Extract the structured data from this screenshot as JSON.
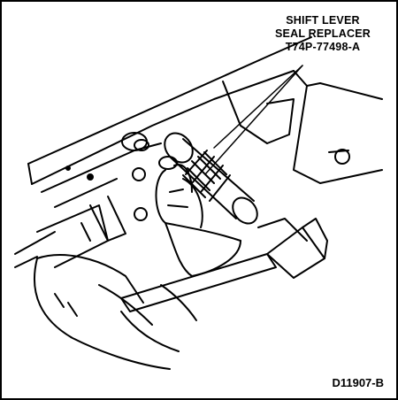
{
  "callout": {
    "line1": "SHIFT LEVER",
    "line2": "SEAL REPLACER",
    "line3": "T74P-77498-A"
  },
  "figure_id": "D11907-B",
  "colors": {
    "ink": "#000000",
    "paper": "#ffffff"
  }
}
